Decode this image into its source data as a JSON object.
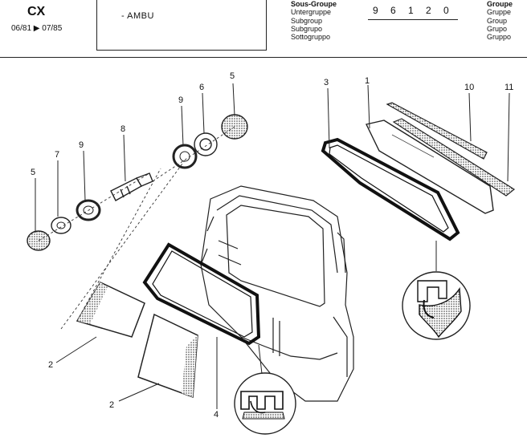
{
  "header": {
    "model": "CX",
    "years": "06/81 ▶ 07/85",
    "title": "- AMBU",
    "subgroup_labels": [
      "Sous-Groupe",
      "Untergruppe",
      "Subgroup",
      "Subgrupo",
      "Sottogruppo"
    ],
    "group_code": "9 6 1 2 0",
    "group_labels": [
      "Groupe",
      "Gruppe",
      "Group",
      "Grupo",
      "Gruppo"
    ]
  },
  "callouts": {
    "c2a": "2",
    "c2b": "2",
    "c3": "3",
    "c1": "1",
    "c10": "10",
    "c11": "11",
    "c4": "4",
    "c5a": "5",
    "c5b": "5",
    "c6": "6",
    "c7": "7",
    "c8": "8",
    "c9a": "9",
    "c9b": "9"
  }
}
